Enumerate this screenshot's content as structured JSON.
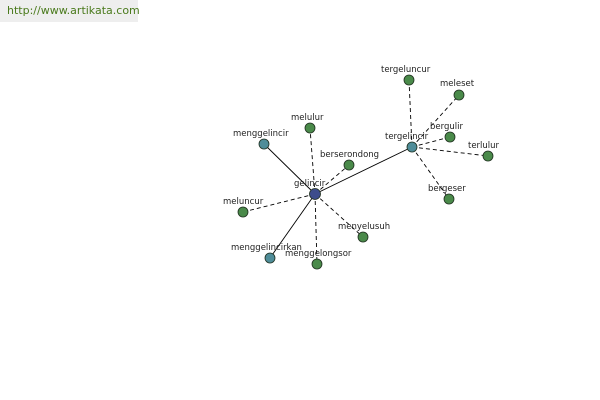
{
  "site": {
    "url": "http://www.artikata.com"
  },
  "colors": {
    "url_text": "#4a7a1c",
    "url_background": "#eeeeee",
    "edge": "#000000",
    "node_center": "#3d4d8c",
    "node_hub": "#4f8d99",
    "node_leaf": "#4a8a4a",
    "node_stroke": "#1f2f1f",
    "label": "#222222"
  },
  "graph": {
    "nodes": [
      {
        "id": "gelincir",
        "label": "gelincir",
        "kind": "center"
      },
      {
        "id": "tergelincir",
        "label": "tergelincir",
        "kind": "hub"
      },
      {
        "id": "menggelincir",
        "label": "menggelincir",
        "kind": "hub"
      },
      {
        "id": "menggelincirkan",
        "label": "menggelincirkan",
        "kind": "hub"
      },
      {
        "id": "melulur",
        "label": "melulur",
        "kind": "leaf"
      },
      {
        "id": "berserondong",
        "label": "berserondong",
        "kind": "leaf"
      },
      {
        "id": "meluncur",
        "label": "meluncur",
        "kind": "leaf"
      },
      {
        "id": "menggelongsor",
        "label": "menggelongsor",
        "kind": "leaf"
      },
      {
        "id": "menyelusuh",
        "label": "menyelusuh",
        "kind": "leaf"
      },
      {
        "id": "tergeluncur",
        "label": "tergeluncur",
        "kind": "leaf"
      },
      {
        "id": "meleset",
        "label": "meleset",
        "kind": "leaf"
      },
      {
        "id": "bergulir",
        "label": "bergulir",
        "kind": "leaf"
      },
      {
        "id": "terlulur",
        "label": "terlulur",
        "kind": "leaf"
      },
      {
        "id": "bergeser",
        "label": "bergeser",
        "kind": "leaf"
      }
    ],
    "edges": [
      {
        "from": "gelincir",
        "to": "tergelincir",
        "style": "solid"
      },
      {
        "from": "gelincir",
        "to": "menggelincir",
        "style": "solid"
      },
      {
        "from": "gelincir",
        "to": "menggelincirkan",
        "style": "solid"
      },
      {
        "from": "gelincir",
        "to": "melulur",
        "style": "dashed"
      },
      {
        "from": "gelincir",
        "to": "berserondong",
        "style": "dashed"
      },
      {
        "from": "gelincir",
        "to": "meluncur",
        "style": "dashed"
      },
      {
        "from": "gelincir",
        "to": "menggelongsor",
        "style": "dashed"
      },
      {
        "from": "gelincir",
        "to": "menyelusuh",
        "style": "dashed"
      },
      {
        "from": "tergelincir",
        "to": "tergeluncur",
        "style": "dashed"
      },
      {
        "from": "tergelincir",
        "to": "meleset",
        "style": "dashed"
      },
      {
        "from": "tergelincir",
        "to": "bergulir",
        "style": "dashed"
      },
      {
        "from": "tergelincir",
        "to": "terlulur",
        "style": "dashed"
      },
      {
        "from": "tergelincir",
        "to": "bergeser",
        "style": "dashed"
      }
    ]
  }
}
